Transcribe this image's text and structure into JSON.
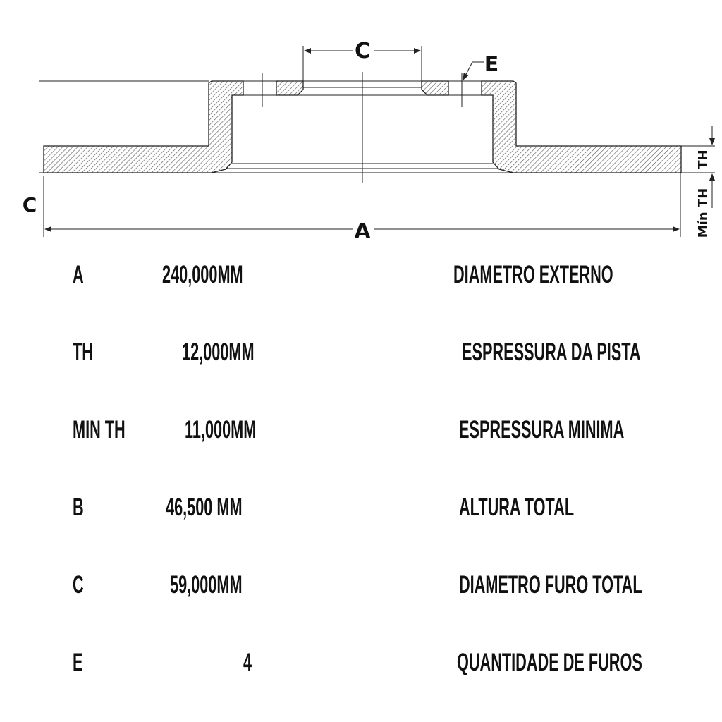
{
  "diagram": {
    "labels": {
      "C_top": "C",
      "E": "E",
      "C_left": "C",
      "A": "A",
      "TH": "TH",
      "MinTH": "Mín TH"
    },
    "colors": {
      "line": "#222222",
      "hatch": "#555555"
    }
  },
  "specs": [
    {
      "code": "A",
      "value": "240,000MM",
      "description": "DIAMETRO EXTERNO"
    },
    {
      "code": "TH",
      "value": "12,000MM",
      "description": "ESPRESSURA DA PISTA"
    },
    {
      "code": "MIN TH",
      "value": "11,000MM",
      "description": "ESPRESSURA MINIMA"
    },
    {
      "code": "B",
      "value": "46,500 MM",
      "description": "ALTURA TOTAL"
    },
    {
      "code": "C",
      "value": "59,000MM",
      "description": "DIAMETRO FURO TOTAL"
    },
    {
      "code": "E",
      "value": "4",
      "description": "QUANTIDADE DE FUROS"
    }
  ]
}
